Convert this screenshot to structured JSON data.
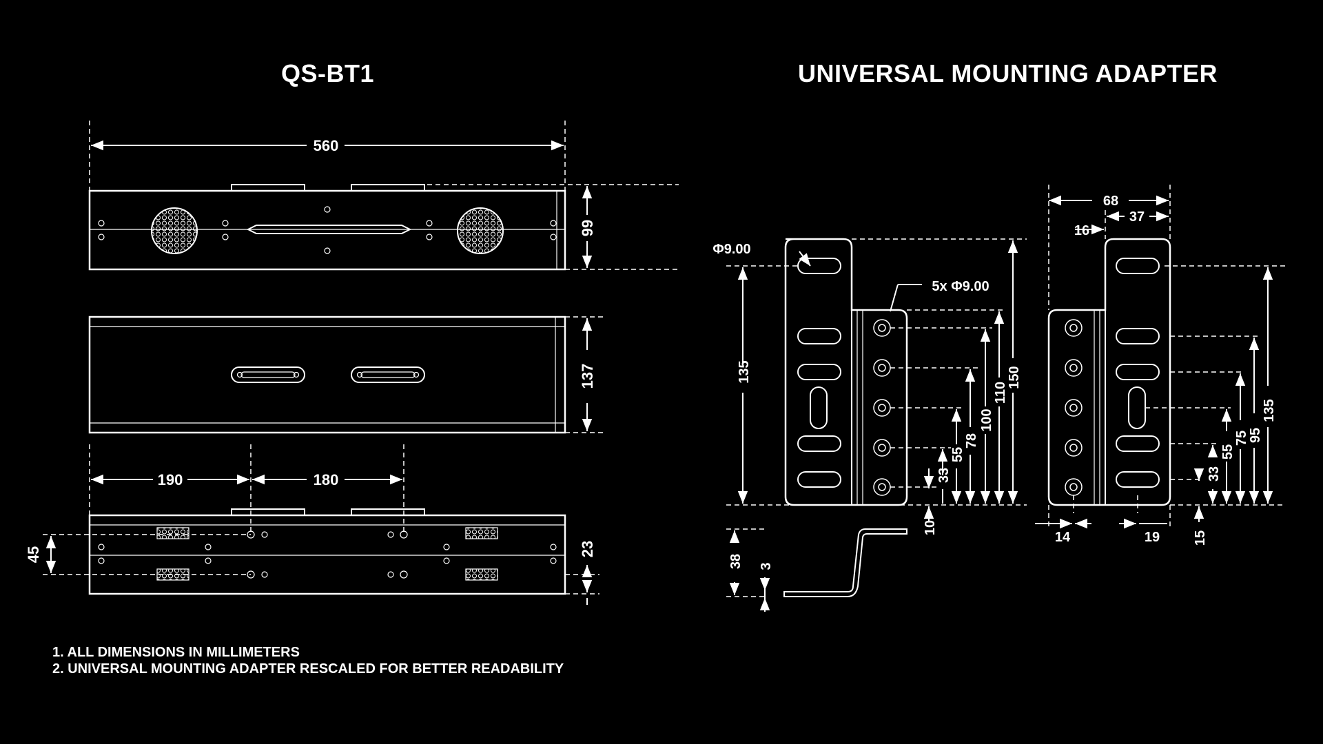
{
  "titles": {
    "left": "QS-BT1",
    "right": "UNIVERSAL MOUNTING ADAPTER"
  },
  "dims": {
    "width_total": "560",
    "height_top": "99",
    "height_mid": "137",
    "offset_a": "190",
    "offset_b": "180",
    "side_45": "45",
    "side_23": "23",
    "adapter_hole": "Φ9.00",
    "adapter_holes_x5": "5x Φ9.00",
    "a135_left": "135",
    "a10": "10",
    "a33": "33",
    "a55": "55",
    "a78": "78",
    "a100": "100",
    "a110": "110",
    "a150": "150",
    "a38": "38",
    "a3": "3",
    "b68": "68",
    "b37": "37",
    "b16": "16",
    "b14": "14",
    "b19": "19",
    "b15": "15",
    "b33": "33",
    "b55": "55",
    "b75": "75",
    "b95": "95",
    "b135": "135"
  },
  "notes": [
    "1. ALL DIMENSIONS IN MILLIMETERS",
    "2. UNIVERSAL MOUNTING ADAPTER RESCALED FOR BETTER READABILITY"
  ]
}
